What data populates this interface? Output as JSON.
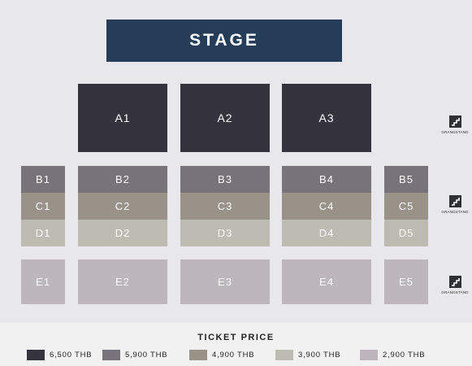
{
  "stage": {
    "label": "STAGE"
  },
  "seats": {
    "A1": "A1",
    "A2": "A2",
    "A3": "A3",
    "B1": "B1",
    "B2": "B2",
    "B3": "B3",
    "B4": "B4",
    "B5": "B5",
    "C1": "C1",
    "C2": "C2",
    "C3": "C3",
    "C4": "C4",
    "C5": "C5",
    "D1": "D1",
    "D2": "D2",
    "D3": "D3",
    "D4": "D4",
    "D5": "D5",
    "E1": "E1",
    "E2": "E2",
    "E3": "E3",
    "E4": "E4",
    "E5": "E5"
  },
  "grandstand": {
    "label": "GRANDSTAND",
    "icon": "grandstand-icon"
  },
  "legend": {
    "title": "TICKET PRICE",
    "items": [
      {
        "label": "6,500 THB",
        "color": "#35343e"
      },
      {
        "label": "5,900 THB",
        "color": "#76747a"
      },
      {
        "label": "4,900 THB",
        "color": "#999289"
      },
      {
        "label": "3,900 THB",
        "color": "#bdbcb2"
      },
      {
        "label": "2,900 THB",
        "color": "#bdb7bd"
      }
    ]
  },
  "colors": {
    "stage": "#263d5a",
    "zone_a": "#35343e",
    "zone_b": "#76747a",
    "zone_c": "#999289",
    "zone_d": "#bdbcb2",
    "zone_e": "#bdb7bd"
  }
}
